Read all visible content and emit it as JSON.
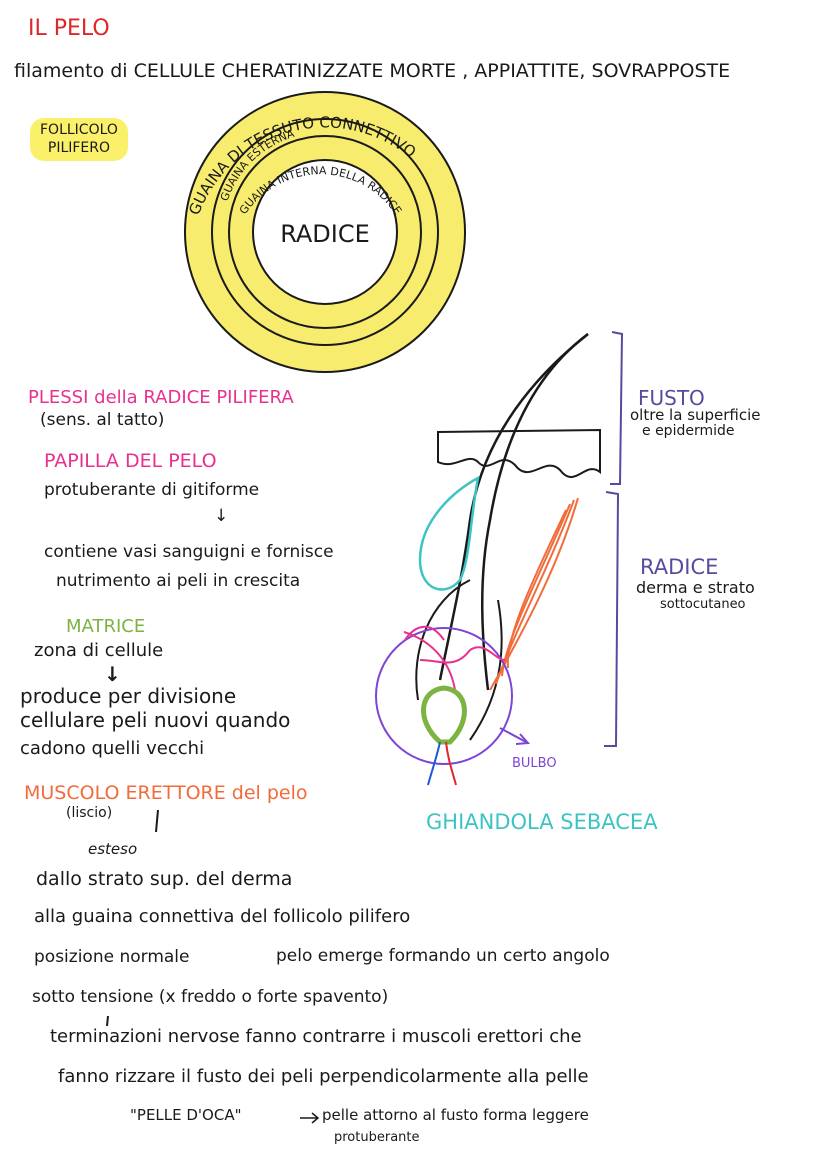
{
  "title": "IL PELO",
  "definition": "filamento di CELLULE CHERATINIZZATE MORTE , APPIATTITE, SOVRAPPOSTE",
  "follicle": {
    "label_line1": "FOLLICOLO",
    "label_line2": "PILIFERO",
    "ring_outer": "GUAINA DI TESSUTO CONNETTIVO",
    "ring_middle": "GUAINA ESTERNA",
    "ring_inner": "GUAINA INTERNA DELLA RADICE",
    "center": "RADICE"
  },
  "plessi": {
    "title": "PLESSI della RADICE PILIFERA",
    "note": "(sens. al tatto)"
  },
  "papilla": {
    "title": "PAPILLA DEL PELO",
    "line1": "protuberante di gitiforme",
    "arrow": "↓",
    "line2": "contiene vasi sanguigni e fornisce",
    "line3": "nutrimento ai peli in crescita"
  },
  "matrice": {
    "title": "MATRICE",
    "line1": "zona di cellule",
    "arrow": "↓",
    "line2": "produce per divisione",
    "line3": "cellulare peli nuovi quando",
    "line4": "cadono quelli vecchi"
  },
  "muscolo": {
    "title": "MUSCOLO ERETTORE del pelo",
    "liscio": "(liscio)",
    "esteso": "esteso",
    "line1": "dallo strato sup. del derma",
    "line2": "alla guaina connettiva del follicolo pilifero",
    "line3a": "posizione normale",
    "line3b": "pelo emerge formando un certo angolo",
    "line4": "sotto tensione (x freddo o forte spavento)",
    "line5": "terminazioni nervose fanno contrarre i muscoli erettori che",
    "line6": "fanno rizzare il fusto dei peli perpendicolarmente alla pelle",
    "line7a": "\"PELLE D'OCA\"",
    "line7b": "pelle attorno al fusto forma leggere",
    "line7c": "protuberante"
  },
  "diagram": {
    "fusto_title": "FUSTO",
    "fusto_line1": "oltre la superficie",
    "fusto_line2": "e epidermide",
    "radice_title": "RADICE",
    "radice_line1": "derma e strato",
    "radice_line2": "sottocutaneo",
    "bulbo": "BULBO",
    "ghiandola": "GHIANDOLA SEBACEA"
  },
  "colors": {
    "red": "#e0262b",
    "pink": "#e8308f",
    "green": "#7cb342",
    "orange": "#f26b3a",
    "teal": "#3cc4c4",
    "purple": "#6b4bb0",
    "yellow": "#fbf06a",
    "ring_yellow": "#f8ec6e"
  }
}
